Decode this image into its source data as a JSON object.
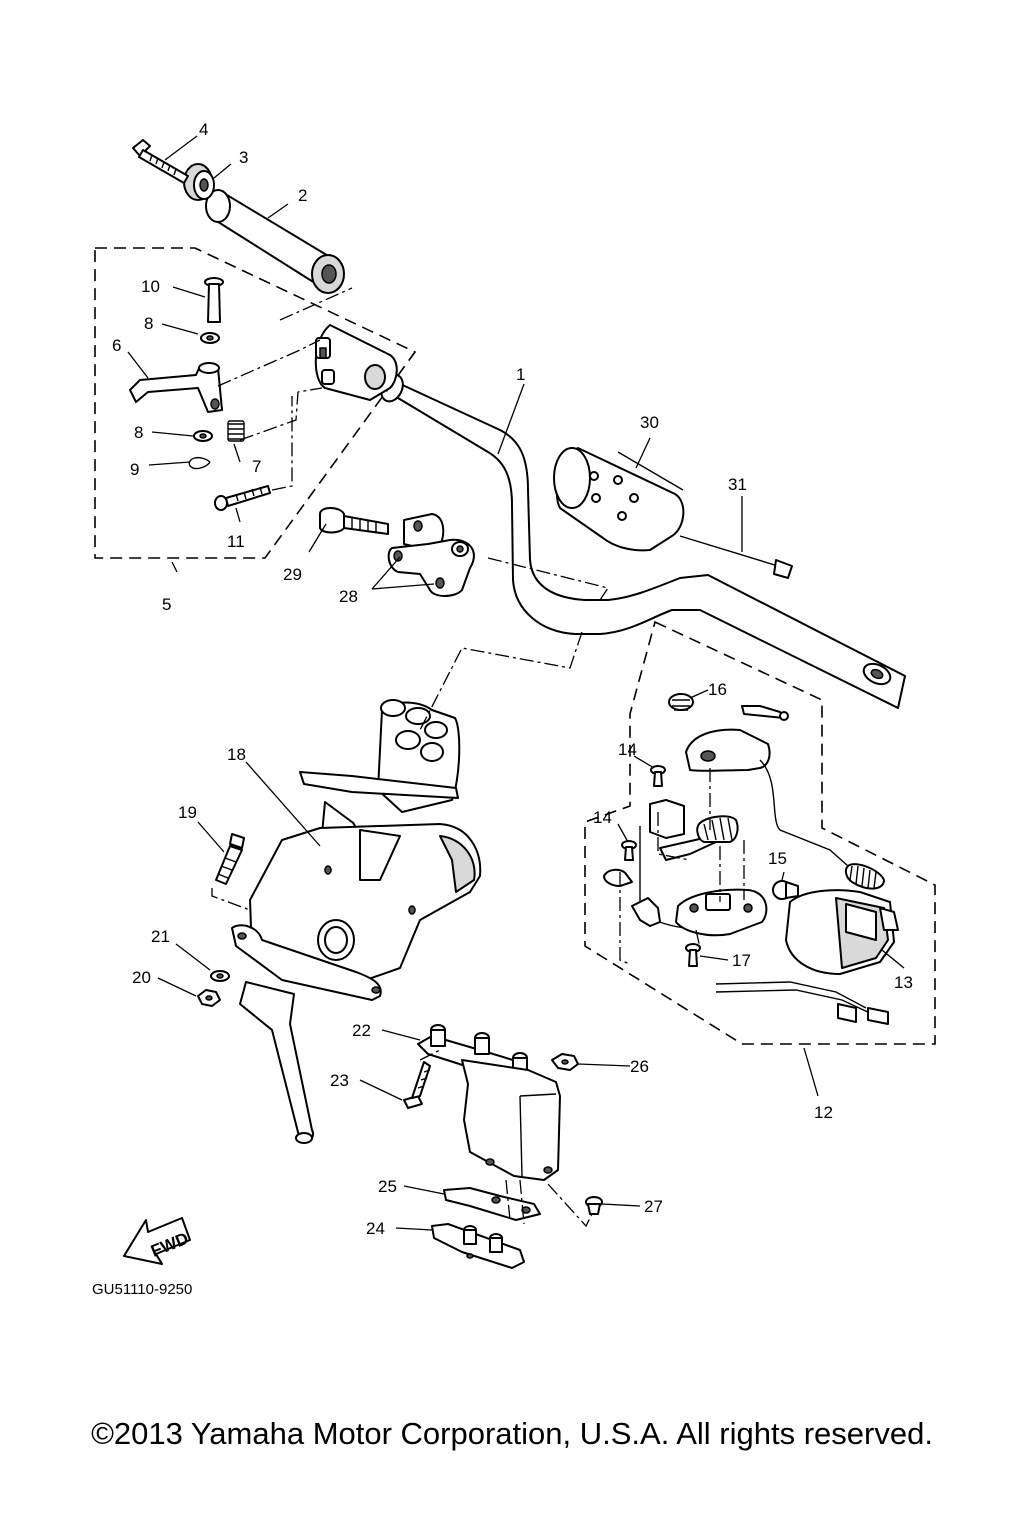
{
  "callouts": {
    "c1": "1",
    "c2": "2",
    "c3": "3",
    "c4": "4",
    "c5": "5",
    "c6": "6",
    "c7": "7",
    "c8a": "8",
    "c8b": "8",
    "c9": "9",
    "c10": "10",
    "c11": "11",
    "c12": "12",
    "c13": "13",
    "c14a": "14",
    "c14b": "14",
    "c15": "15",
    "c16": "16",
    "c17": "17",
    "c18": "18",
    "c19": "19",
    "c20": "20",
    "c21": "21",
    "c22": "22",
    "c23": "23",
    "c24": "24",
    "c25": "25",
    "c26": "26",
    "c27": "27",
    "c28": "28",
    "c29": "29",
    "c30": "30",
    "c31": "31"
  },
  "fwd_label": "FWD",
  "diagram_code": "GU51110-9250",
  "copyright": "©2013 Yamaha Motor Corporation, U.S.A. All rights reserved."
}
